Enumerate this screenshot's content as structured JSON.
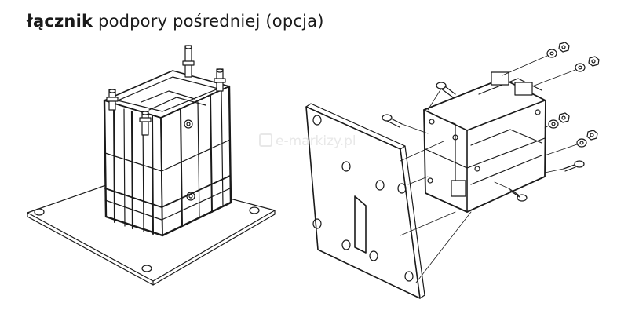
{
  "title": {
    "bold": "łącznik",
    "rest": "podpory pośredniej (opcja)"
  },
  "watermark": "e-markizy.pl",
  "colors": {
    "line": "#1a1a1a",
    "background": "#ffffff",
    "watermark": "#e8e8e8"
  }
}
